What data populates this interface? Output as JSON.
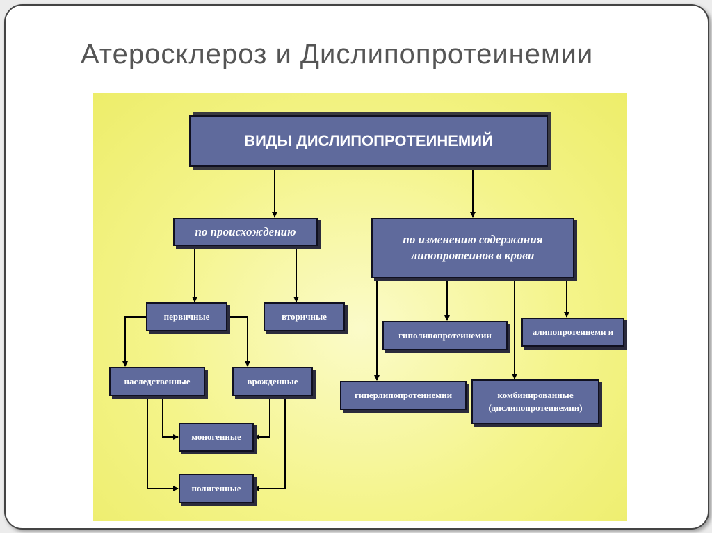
{
  "slide": {
    "title": "Атеросклероз и Дислипопротеинемии"
  },
  "diagram": {
    "root": "ВИДЫ  ДИСЛИПОПРОТЕИНЕМИЙ",
    "origin": "по происхождению",
    "blood_change_line1": "по изменению содержания",
    "blood_change_line2": "липопротеинов в крови",
    "primary": "первичные",
    "secondary": "вторичные",
    "hereditary": "наследственные",
    "congenital": "врожденные",
    "monogenic": "моногенные",
    "polygenic": "полигенные",
    "hypo": "гиполипопротеинемии",
    "alipo": "алипопротеинеми и",
    "hyper": "гиперлипопротеинемии",
    "combined_line1": "комбинированные",
    "combined_line2": "(дислипопротеинемии)"
  },
  "colors": {
    "box_fill": "#5f6a9c",
    "box_text": "#ffffff",
    "panel_yellow": "#f4f48a",
    "arrow": "#000000"
  }
}
